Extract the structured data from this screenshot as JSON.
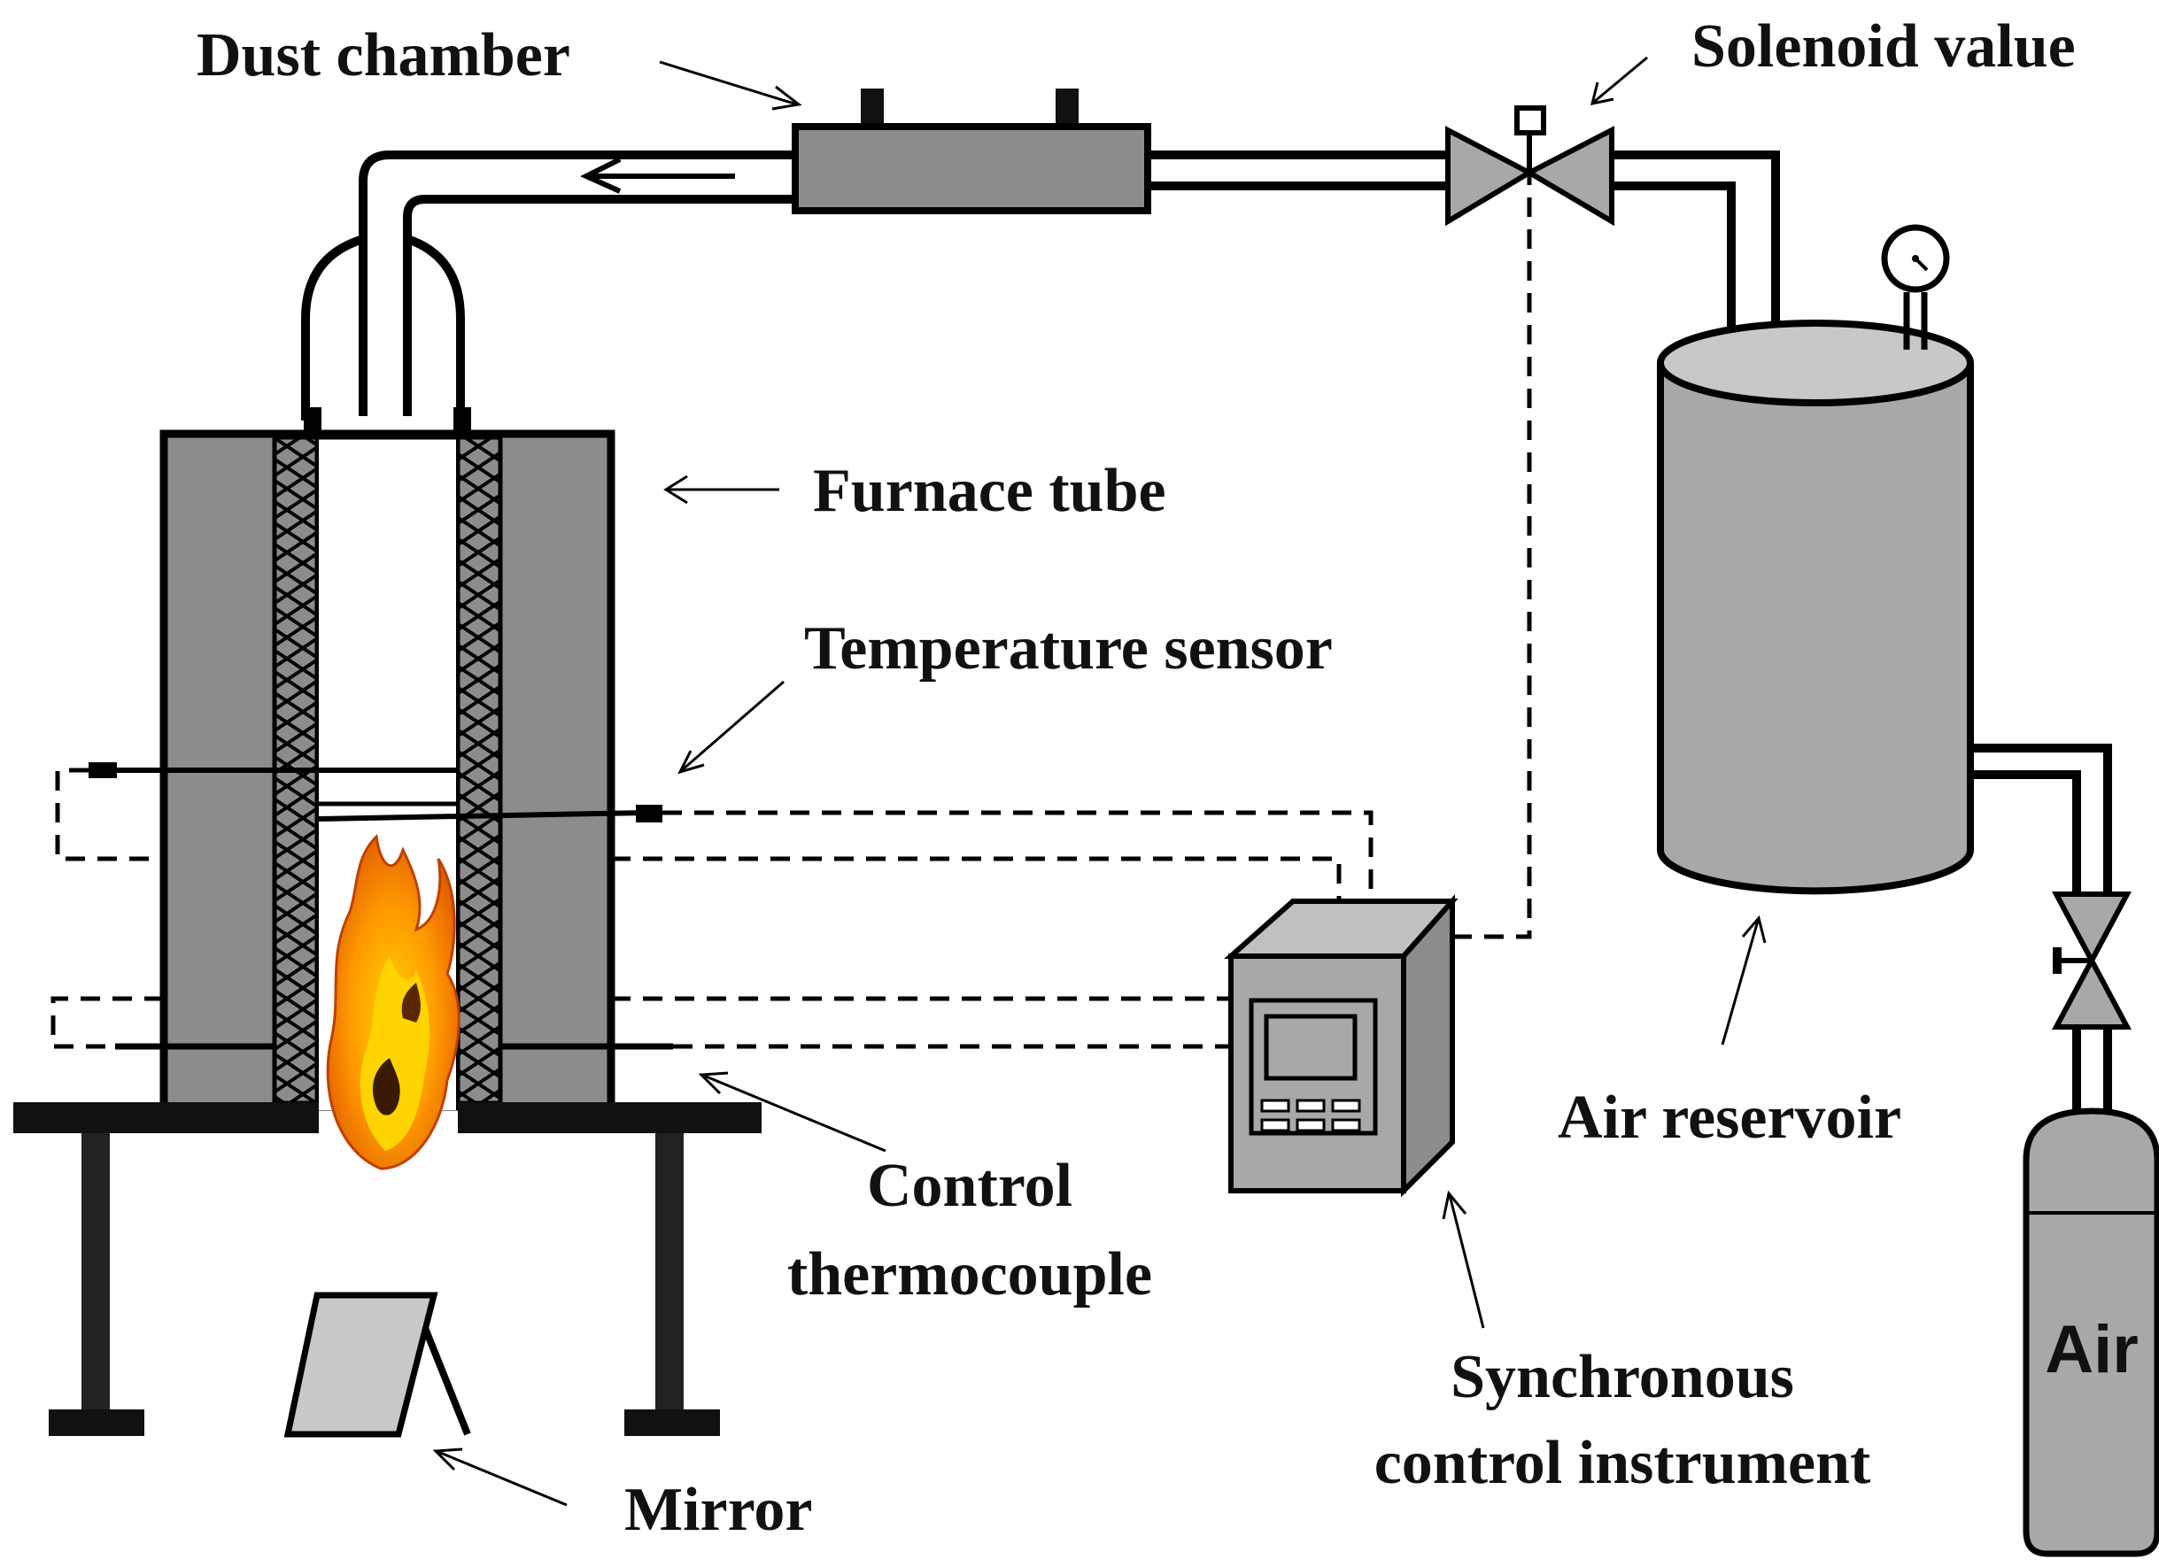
{
  "labels": {
    "dust_chamber": "Dust chamber",
    "solenoid_value": "Solenoid value",
    "furnace_tube": "Furnace tube",
    "temperature_sensor": "Temperature sensor",
    "control_thermocouple_1": "Control",
    "control_thermocouple_2": "thermocouple",
    "mirror": "Mirror",
    "air_reservoir": "Air reservoir",
    "sync_instrument_1": "Synchronous",
    "sync_instrument_2": "control instrument",
    "air_cylinder": "Air"
  },
  "colors": {
    "component_fill": "#8c8c8c",
    "light_fill": "#b0b0b0",
    "mirror_fill": "#c8c8c8",
    "line": "#000000",
    "flame_outer": "#ff8c00",
    "flame_inner": "#ffd400",
    "flame_core": "#3a1a00"
  }
}
